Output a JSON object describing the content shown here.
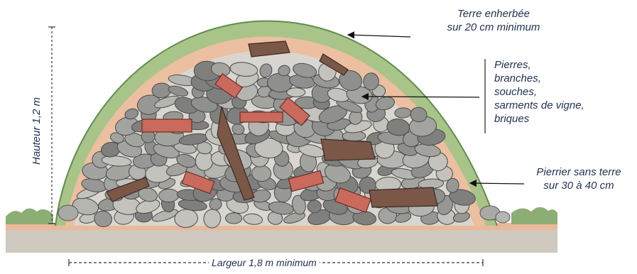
{
  "labels": {
    "turf": [
      "Terre enherbée",
      "sur 20 cm minimum"
    ],
    "materials": [
      "Pierres,",
      "branches,",
      "souches,",
      "sarments de vigne,",
      "briques"
    ],
    "base": [
      "Pierrier sans terre",
      "sur 30 à 40 cm"
    ],
    "height": "Hauteur 1,2 m",
    "width": "Largeur 1,8 m minimum"
  },
  "colors": {
    "text": "#1e3050",
    "grass": "#6f9a5a",
    "soil": "#e6b492",
    "stone": "#9a9a98",
    "brick": "#c96a5c",
    "wood": "#7b5747",
    "ground": "#c9c2b8"
  }
}
